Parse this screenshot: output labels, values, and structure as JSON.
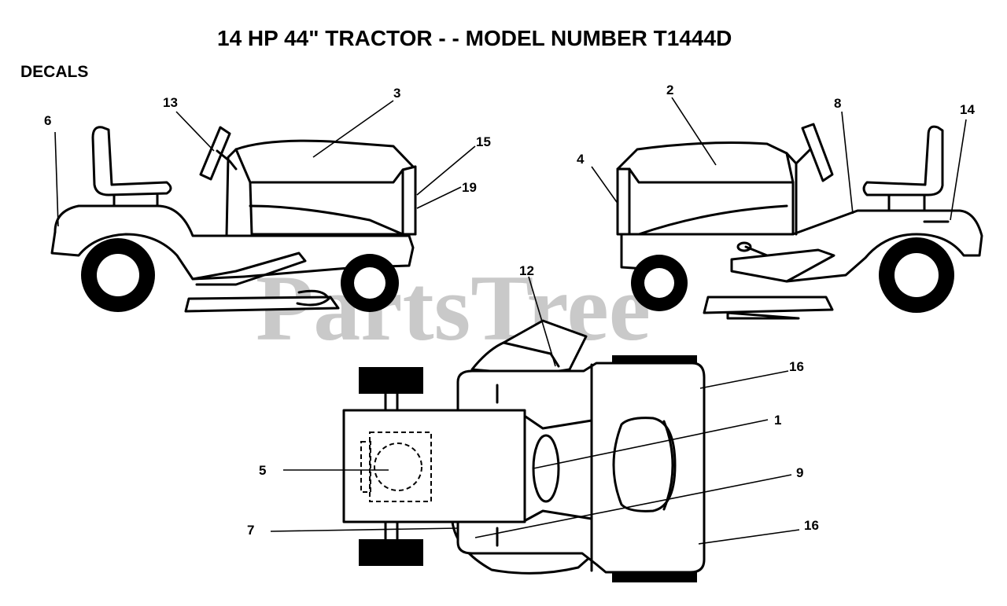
{
  "title": "14 HP 44\" TRACTOR - - MODEL NUMBER T1444D",
  "section_label": "DECALS",
  "watermark": "PartsTree",
  "callouts": {
    "c1": "1",
    "c2": "2",
    "c3": "3",
    "c4": "4",
    "c5": "5",
    "c6": "6",
    "c7": "7",
    "c8": "8",
    "c9": "9",
    "c12": "12",
    "c13": "13",
    "c14": "14",
    "c15": "15",
    "c16a": "16",
    "c16b": "16",
    "c19": "19"
  }
}
